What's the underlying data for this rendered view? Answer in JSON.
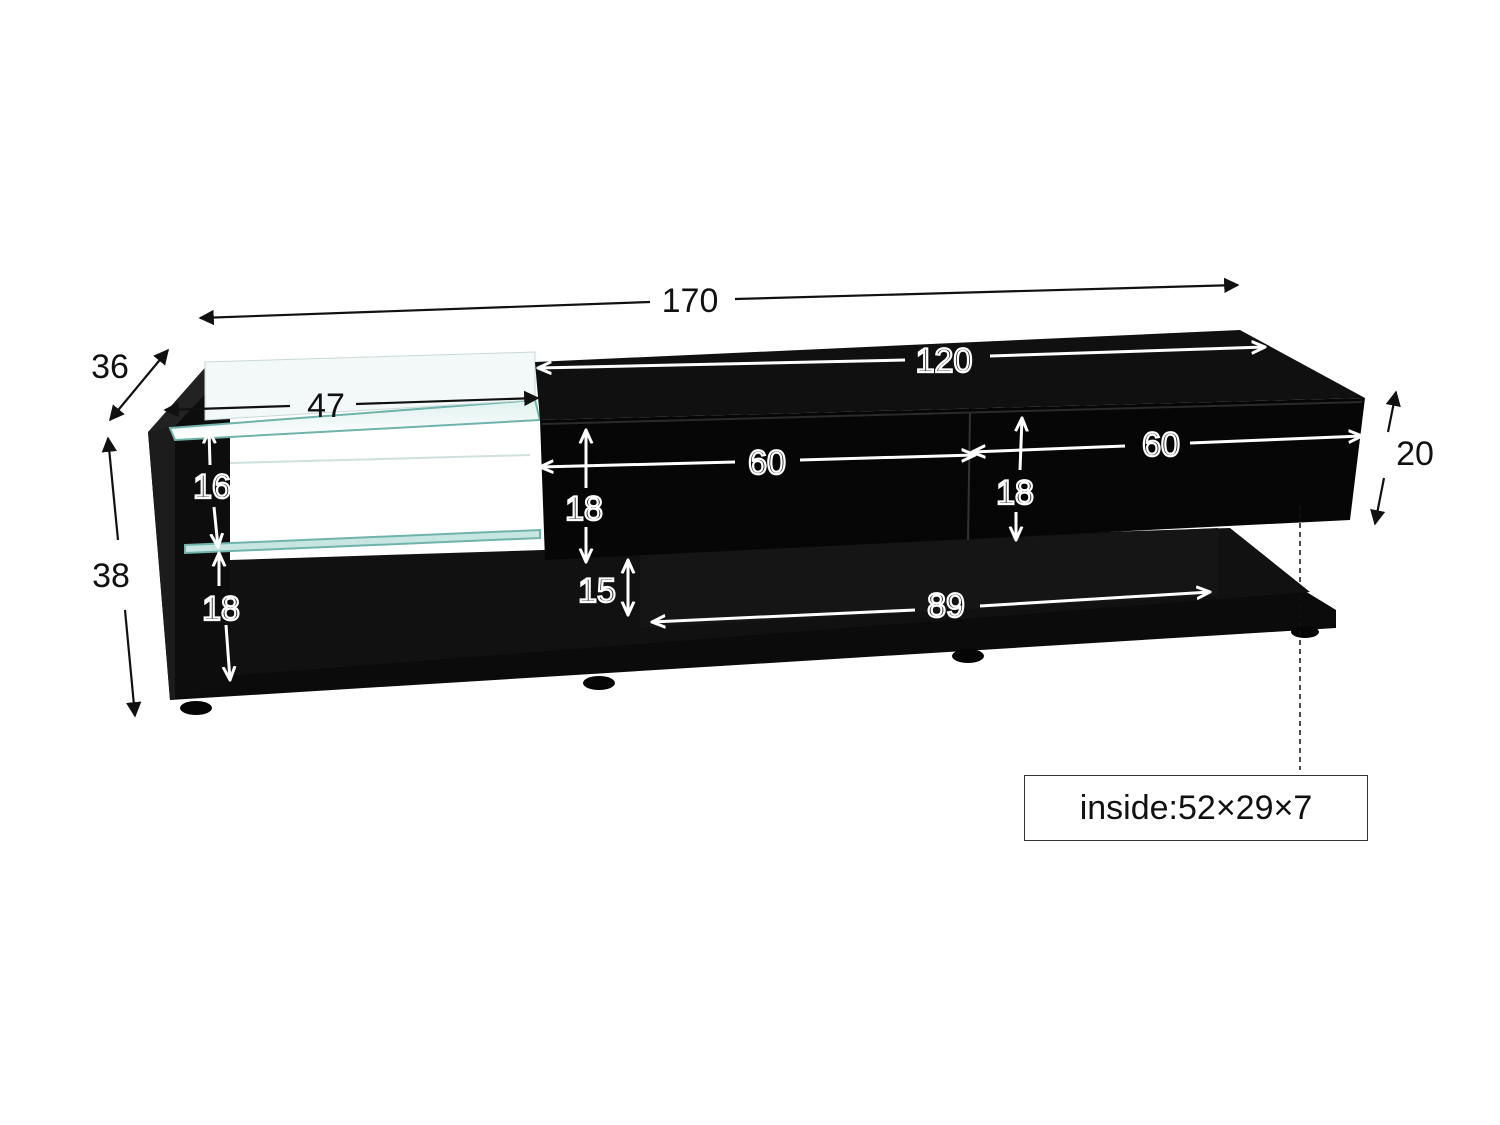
{
  "dimensions": {
    "overall_width": "170",
    "depth": "36",
    "overall_height": "38",
    "top_unit_width": "120",
    "glass_shelf_width": "47",
    "drawer_left_width": "60",
    "drawer_right_width": "60",
    "drawer_height": "20",
    "shelf_gap_upper": "16",
    "shelf_gap_lower": "18",
    "drawer_left_height": "18",
    "drawer_right_height": "18",
    "pedestal_height": "15",
    "pedestal_width": "89"
  },
  "note": {
    "inside_label": "inside:52×29×7"
  },
  "colors": {
    "furniture_body": "#0b0b0b",
    "glass": "#9ad0c8",
    "arrow_dark": "#111111",
    "arrow_light": "#ffffff"
  }
}
